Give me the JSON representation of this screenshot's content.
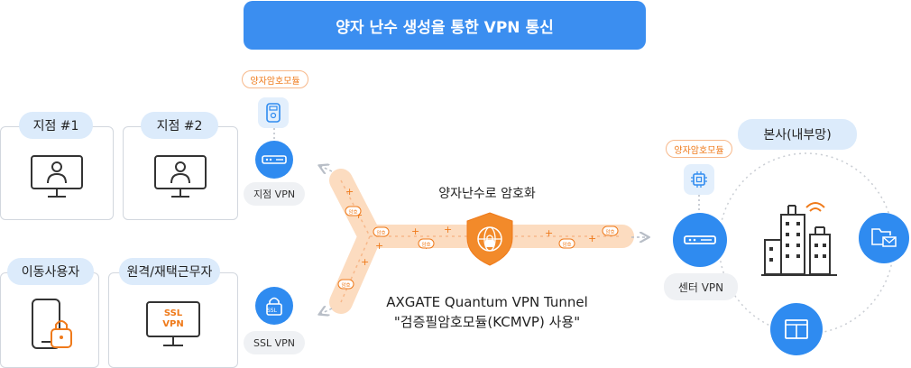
{
  "title": "양자 난수 생성을 통한 VPN 통신",
  "sites": {
    "branch1": "지점 #1",
    "branch2": "지점 #2",
    "mobile": "이동사용자",
    "remote": "원격/재택근무자"
  },
  "ssl_screen_label": "SSL\nVPN",
  "ssl_lock_label": "SSL",
  "qrng_module_label": "양자암호모듈",
  "branch_vpn_label": "지점 VPN",
  "ssl_vpn_label": "SSL VPN",
  "encrypt_label": "양자난수로 암호화",
  "tunnel_line1": "AXGATE Quantum VPN Tunnel",
  "tunnel_line2": "\"검증필암호모듈(KCMVP) 사용\"",
  "hq_label": "본사(내부망)",
  "center_vpn_label": "센터 VPN",
  "packet_label": "암호",
  "colors": {
    "title_bg": "#3b8ef0",
    "accent_blue": "#2f8bf0",
    "pill_blue": "#dcebfb",
    "orange": "#ef7a1a",
    "tunnel": "#fcdcc0"
  },
  "icons": [
    "user-monitor-icon",
    "smartphone-lock-icon",
    "ssl-monitor-icon",
    "router-icon",
    "chip-icon",
    "lock-icon",
    "shield-globe-icon",
    "buildings-icon",
    "mail-folder-icon",
    "window-icon"
  ]
}
